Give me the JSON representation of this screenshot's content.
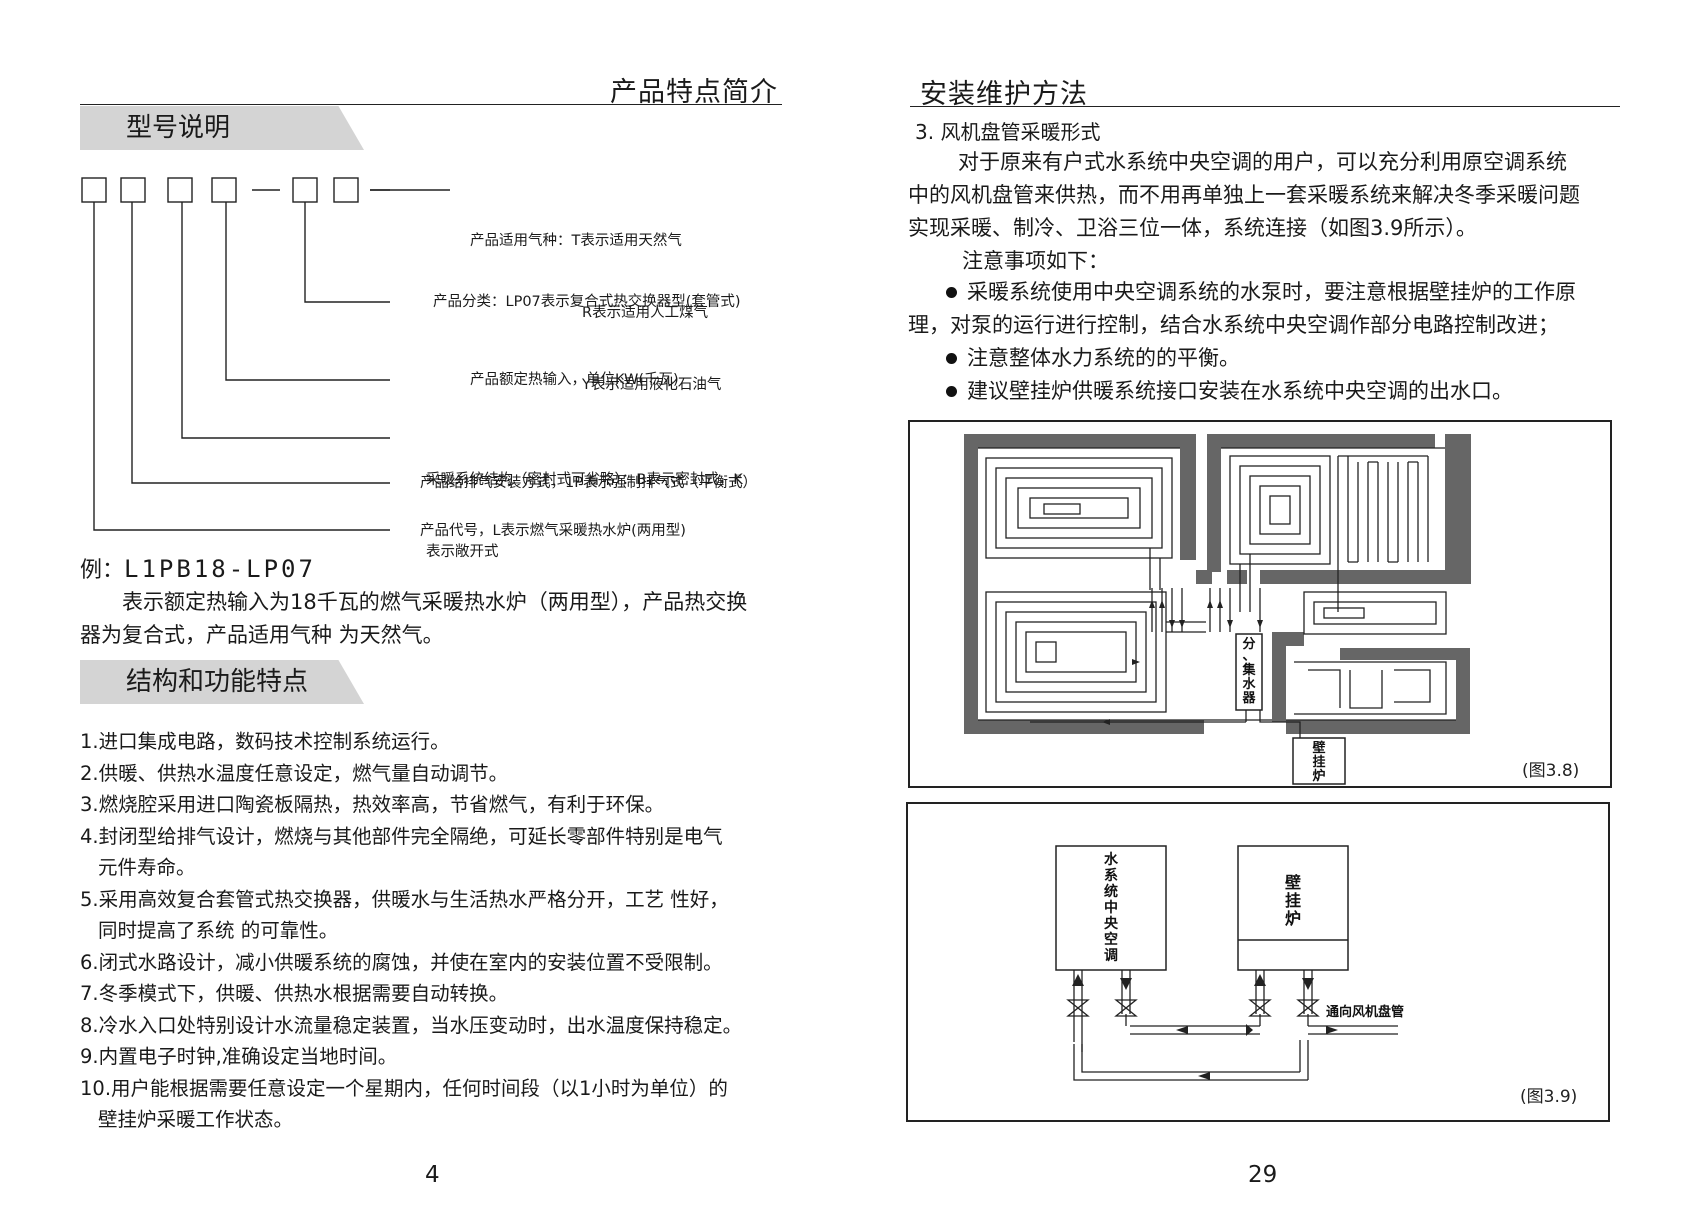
{
  "left": {
    "header": "产品特点简介",
    "model_section": {
      "title": "型号说明",
      "legend": {
        "gas_type": [
          "产品适用气种：T表示适用天然气",
          "R表示适用人工煤气",
          "Y表示适用液化石油气"
        ],
        "category": "产品分类：LP07表示复合式热交换器型(套管式)",
        "heat_input": "产品额定热输入，单位KW(千瓦)",
        "structure": [
          "采暖系统结构（密封式可省略）：B表示密封式，K",
          "表示敞开式"
        ],
        "exhaust": "产品给排气安装方式，1P表示强制排气式（平衡式）",
        "code": "产品代号，L表示燃气采暖热水炉(两用型)"
      },
      "example_label": "例：",
      "example_code": "L1PB18-LP07",
      "example_text": [
        "表示额定热输入为18千瓦的燃气采暖热水炉（两用型），产品热交换",
        "器为复合式，产品适用气种 为天然气。"
      ]
    },
    "features_section": {
      "title": "结构和功能特点",
      "items": [
        {
          "text": "1.进口集成电路，数码技术控制系统运行。"
        },
        {
          "text": "2.供暖、供热水温度任意设定，燃气量自动调节。"
        },
        {
          "text": "3.燃烧腔采用进口陶瓷板隔热，热效率高，节省燃气，有利于环保。"
        },
        {
          "text": "4.封闭型给排气设计，燃烧与其他部件完全隔绝，可延长零部件特别是电气",
          "cont": "元件寿命。"
        },
        {
          "text": "5.采用高效复合套管式热交换器，供暖水与生活热水严格分开，工艺 性好，",
          "cont": "同时提高了系统 的可靠性。"
        },
        {
          "text": "6.闭式水路设计，减小供暖系统的腐蚀，并使在室内的安装位置不受限制。"
        },
        {
          "text": "7.冬季模式下，供暖、供热水根据需要自动转换。"
        },
        {
          "text": "8.冷水入口处特别设计水流量稳定装置，当水压变动时，出水温度保持稳定。"
        },
        {
          "text": "9.内置电子时钟,准确设定当地时间。"
        },
        {
          "text": "10.用户能根据需要任意设定一个星期内，任何时间段（以1小时为单位）的",
          "cont": "壁挂炉采暖工作状态。"
        }
      ]
    },
    "page_number": "4"
  },
  "right": {
    "header": "安装维护方法",
    "subtitle": "3. 风机盘管采暖形式",
    "intro": [
      "对于原来有户式水系统中央空调的用户，可以充分利用原空调系统",
      "中的风机盘管来供热，而不用再单独上一套采暖系统来解决冬季采暖问题",
      "实现采暖、制冷、卫浴三位一体，系统连接（如图3.9所示）。"
    ],
    "notes_title": "注意事项如下：",
    "bullets": [
      {
        "text": "采暖系统使用中央空调系统的水泵时，要注意根据壁挂炉的工作原",
        "cont": "理，对泵的运行进行控制，结合水系统中央空调作部分电路控制改进；"
      },
      {
        "text": "注意整体水力系统的的平衡。"
      },
      {
        "text": "建议壁挂炉供暖系统接口安装在水系统中央空调的出水口。"
      }
    ],
    "fig38": {
      "caption": "(图3.8)",
      "manifold_label": [
        "分",
        "、",
        "集",
        "水",
        "器"
      ],
      "boiler_label": [
        "壁",
        "挂",
        "炉"
      ]
    },
    "fig39": {
      "caption": "(图3.9)",
      "ac_label": [
        "水",
        "系",
        "统",
        "中",
        "央",
        "空",
        "调"
      ],
      "boiler_label": [
        "壁",
        "挂",
        "炉"
      ],
      "pipe_label": "通向风机盘管"
    },
    "page_number": "29"
  }
}
